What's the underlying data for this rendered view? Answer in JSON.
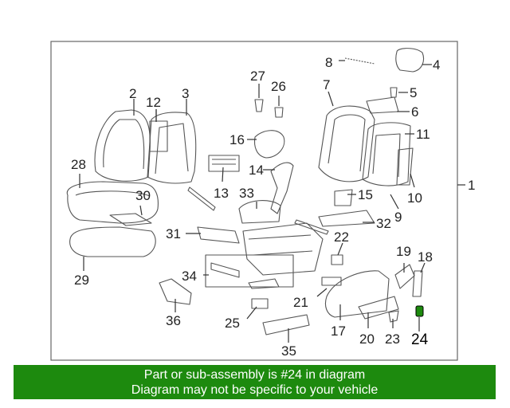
{
  "diagram": {
    "callouts": [
      "1",
      "2",
      "3",
      "4",
      "5",
      "6",
      "7",
      "8",
      "9",
      "10",
      "11",
      "12",
      "13",
      "14",
      "15",
      "16",
      "17",
      "18",
      "19",
      "20",
      "21",
      "22",
      "23",
      "24",
      "25",
      "26",
      "27",
      "28",
      "29",
      "30",
      "31",
      "32",
      "33",
      "34",
      "35",
      "36"
    ],
    "highlighted_part": "24",
    "highlight_color": "#1d8a0e"
  },
  "footer": {
    "line1": "Part or sub-assembly is #24 in diagram",
    "line2": "Diagram may not be specific to your vehicle",
    "background": "#1d8a0e"
  }
}
